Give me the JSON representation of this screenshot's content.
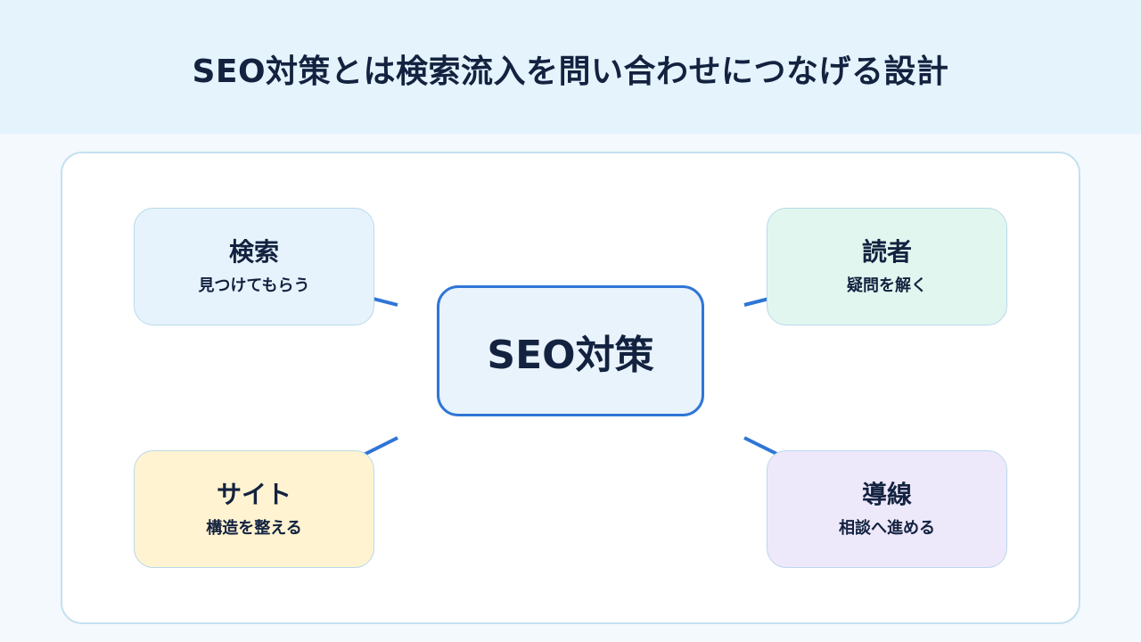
{
  "header": {
    "title": "SEO対策とは検索流入を問い合わせにつなげる設計"
  },
  "diagram": {
    "center": {
      "label": "SEO対策"
    },
    "nodes": {
      "search": {
        "title": "検索",
        "subtitle": "見つけてもらう"
      },
      "reader": {
        "title": "読者",
        "subtitle": "疑問を解く"
      },
      "site": {
        "title": "サイト",
        "subtitle": "構造を整える"
      },
      "lead": {
        "title": "導線",
        "subtitle": "相談へ進める"
      }
    }
  },
  "colors": {
    "header_bg": "#e5f3fd",
    "accent": "#2f75d6",
    "text": "#13223f",
    "search_bg": "#e7f3fc",
    "reader_bg": "#e1f6ef",
    "site_bg": "#fff3d1",
    "lead_bg": "#eee8fb"
  }
}
